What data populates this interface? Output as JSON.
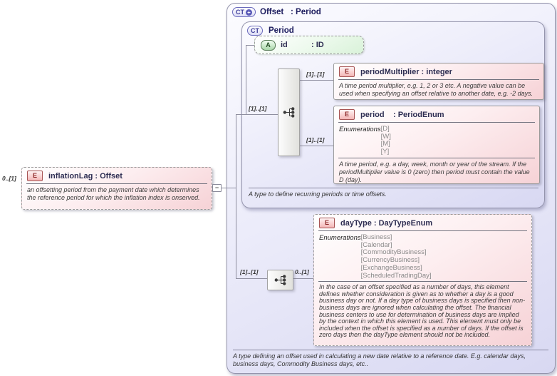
{
  "badges": {
    "element": "E",
    "attribute": "A",
    "complex_type": "CT"
  },
  "collapse_button": "−",
  "inflation_lag": {
    "cardinality": "0..[1]",
    "name": "inflationLag : Offset",
    "doc": "an offsetting period from the payment date which determines the reference period for which the inflation index is onserved."
  },
  "offset_type": {
    "name": "Offset",
    "type": ": Period",
    "footer": "A type defining an offset used in calculating a new date relative to a reference date. E.g. calendar days, business days, Commodity Business days, etc.."
  },
  "period_type": {
    "name": "Period",
    "footer": "A type to define recurring periods or time offsets."
  },
  "id_attribute": {
    "name": "id",
    "type": ": ID"
  },
  "period_multiplier": {
    "name": "periodMultiplier : integer",
    "doc": "A time period multiplier, e.g. 1, 2 or 3 etc. A negative value can be used when specifying an offset relative to another date, e.g. -2 days."
  },
  "period_element": {
    "name": "period",
    "type": ": PeriodEnum",
    "enum_label": "Enumerations",
    "enums": [
      "[D]",
      "[W]",
      "[M]",
      "[Y]"
    ],
    "doc": "A time period, e.g. a day, week, month or year of the stream. If the periodMultiplier value is 0 (zero) then period must contain the value D (day)."
  },
  "day_type": {
    "name": "dayType : DayTypeEnum",
    "enum_label": "Enumerations",
    "enums": [
      "[Business]",
      "[Calendar]",
      "[CommodityBusiness]",
      "[CurrencyBusiness]",
      "[ExchangeBusiness]",
      "[ScheduledTradingDay]"
    ],
    "doc": "In the case of an offset specified as a number of days, this element defines whether consideration is given as to whether a day is a good business day or not. If a day type of business days is specified then non-business days are ignored when calculating the offset. The financial business centers to use for determination of business days are implied by the context in which this element is used. This element must only be included when the offset is specified as a number of days. If the offset is zero days then the dayType element should not be included."
  },
  "cardinalities": {
    "root_to_sequence": "[1]..[1]",
    "sequence_to_period_multiplier": "[1]..[1]",
    "sequence_to_period": "[1]..[1]",
    "root_to_extension_sequence": "[1]..[1]",
    "extension_to_day_type": "0..[1]"
  }
}
